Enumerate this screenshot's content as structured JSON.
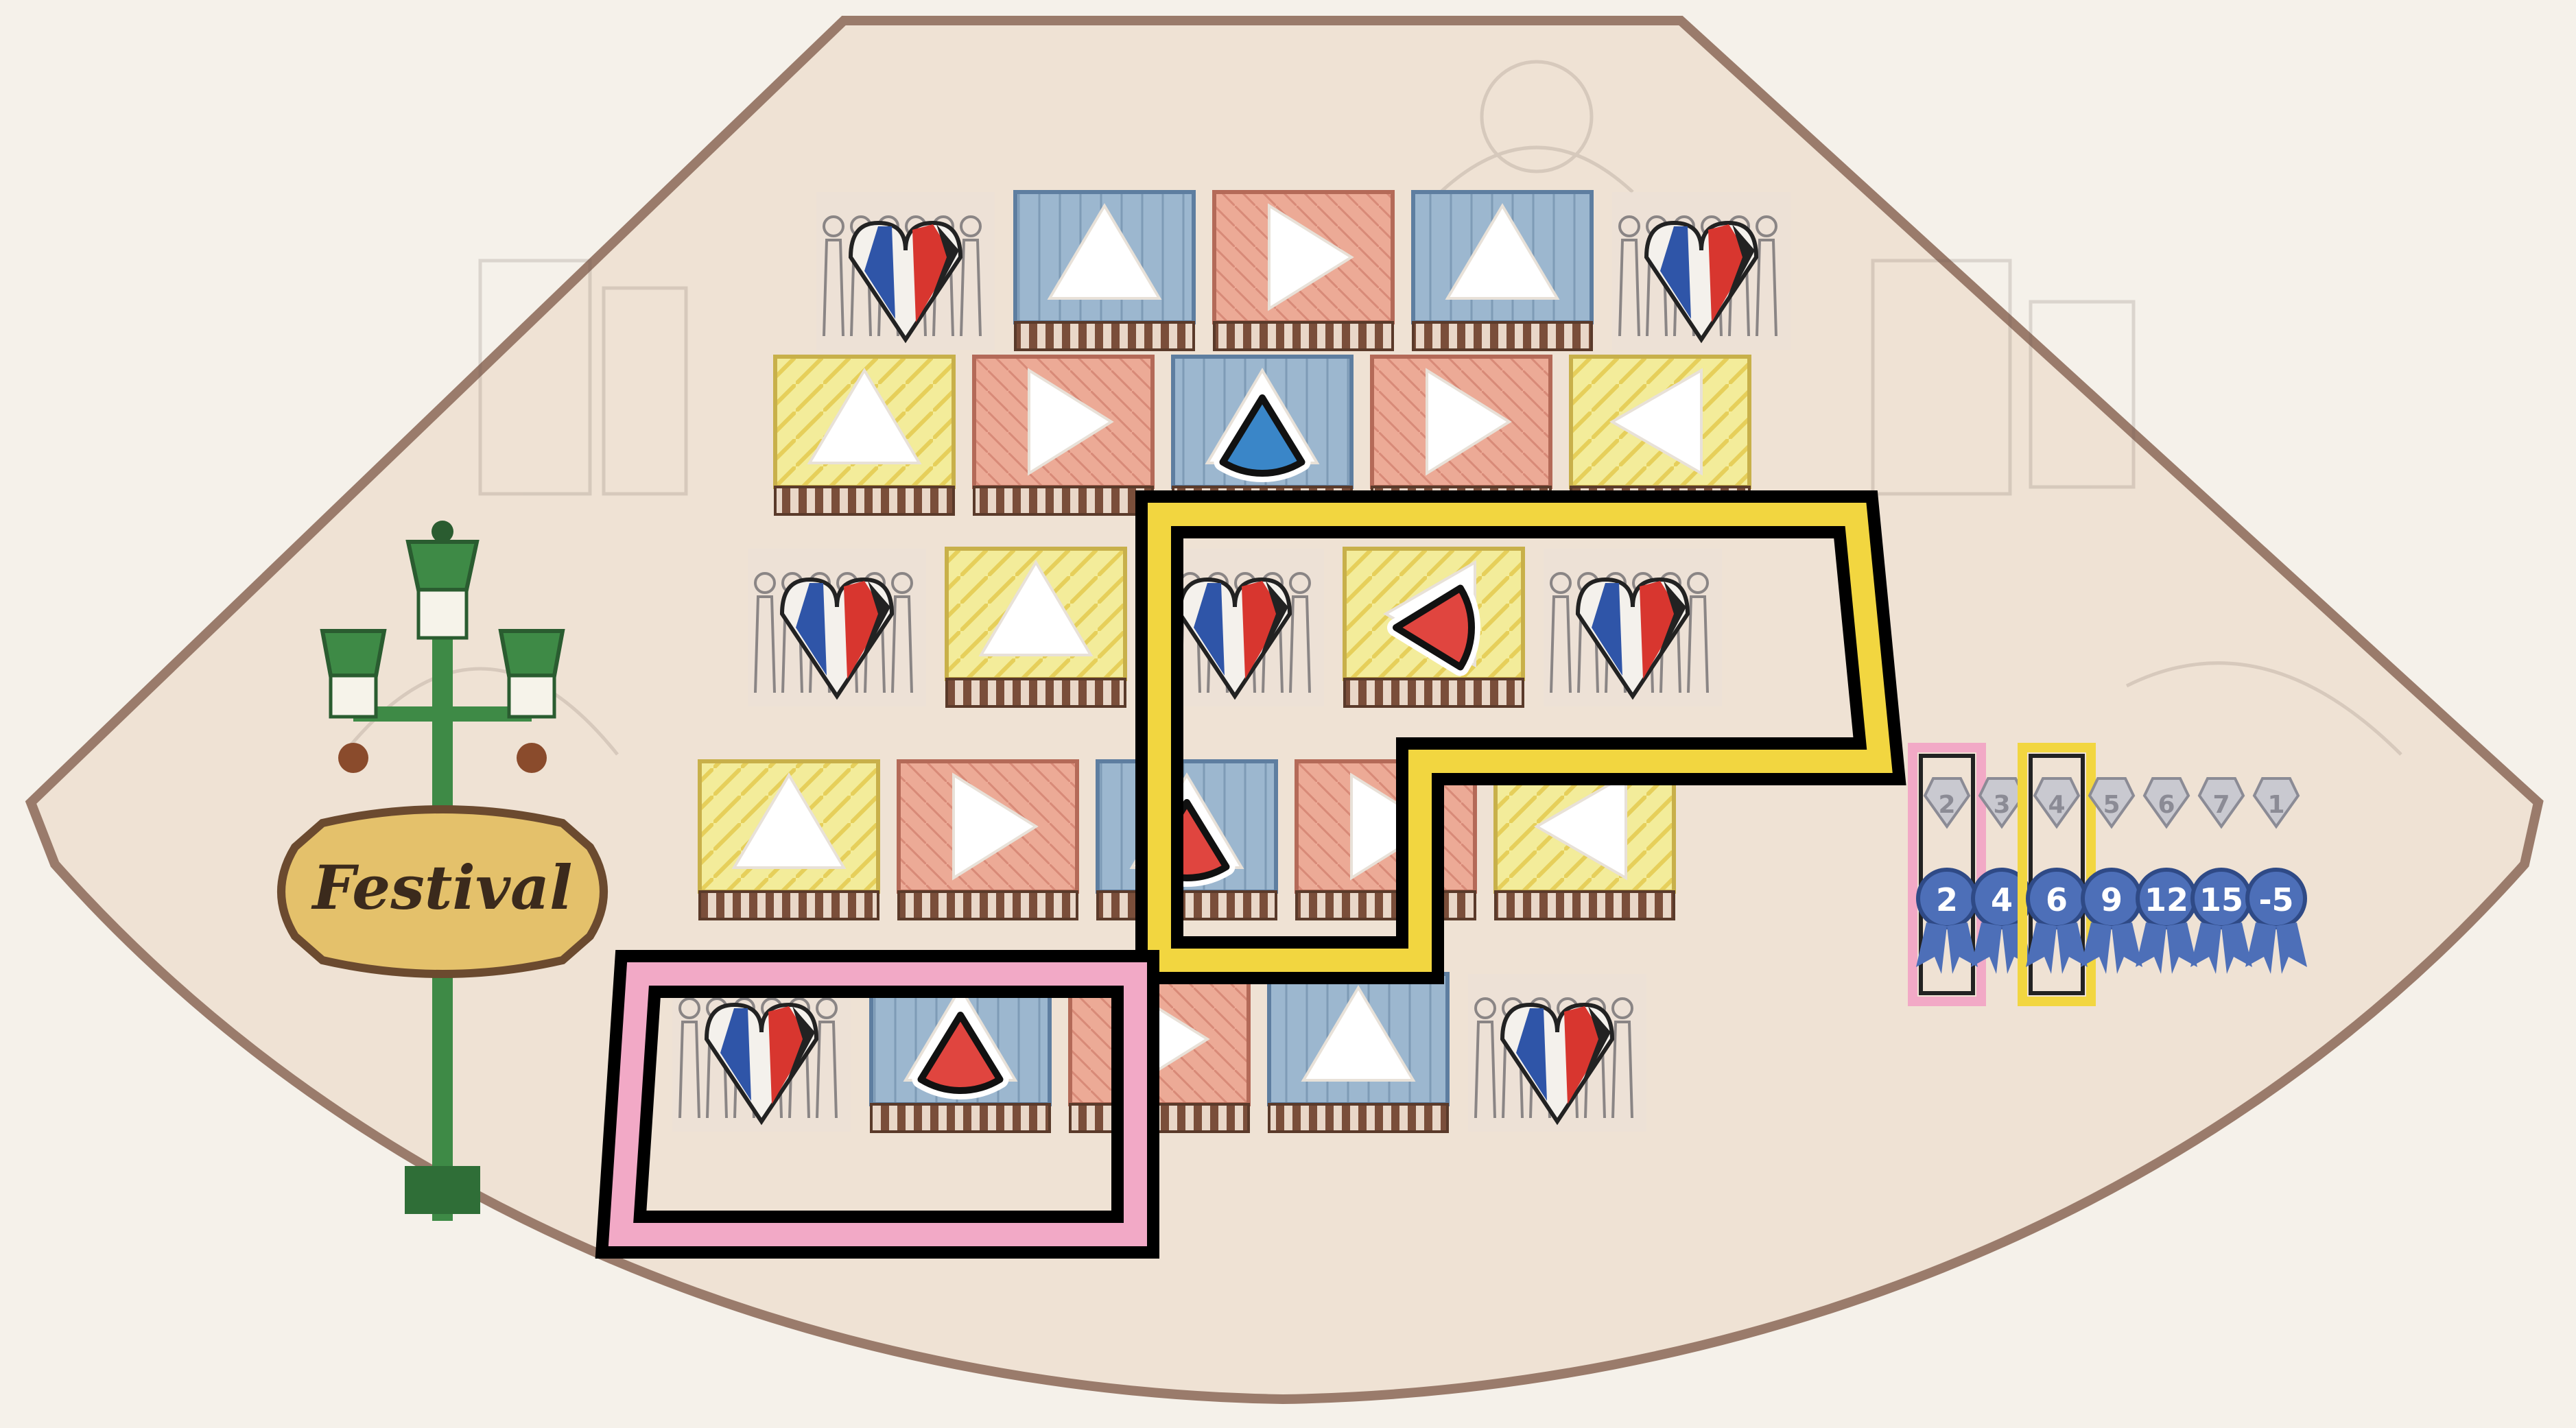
{
  "game": {
    "festival_label": "Festival",
    "colors": {
      "board": "#efe2d4",
      "board_edge": "#9a7b6b",
      "yellow_tent": "#f3ec9a",
      "pink_tent": "#ecaa96",
      "blue_tent": "#9cb7cf",
      "red_marker": "#e0453f",
      "blue_marker": "#3a86c8",
      "yellow_outline": "#f2d640",
      "pink_outline": "#f2a9c6",
      "lamp_green": "#3e8a46",
      "sign_gold": "#e4c16b",
      "ribbon_blue": "#4d6fb8"
    },
    "grid": [
      [
        "crowd",
        "blue-tent",
        "pink-tent",
        "blue-tent",
        "crowd"
      ],
      [
        "yellow-tent",
        "pink-tent",
        "blue-tent",
        "pink-tent",
        "yellow-tent"
      ],
      [
        "crowd",
        "yellow-tent",
        "crowd",
        "yellow-tent",
        "crowd"
      ],
      [
        "yellow-tent",
        "pink-tent",
        "blue-tent",
        "pink-tent",
        "yellow-tent"
      ],
      [
        "crowd",
        "blue-tent",
        "pink-tent",
        "blue-tent",
        "crowd"
      ]
    ],
    "markers": [
      {
        "row": 1,
        "col": 2,
        "color": "blue",
        "direction": "up"
      },
      {
        "row": 2,
        "col": 3,
        "color": "red",
        "direction": "left"
      },
      {
        "row": 3,
        "col": 2,
        "color": "red",
        "direction": "up"
      },
      {
        "row": 4,
        "col": 1,
        "color": "red",
        "direction": "up"
      }
    ],
    "score_track": {
      "ribbons": [
        {
          "top": "2",
          "value": "2",
          "highlight": "pink"
        },
        {
          "top": "3",
          "value": "4",
          "highlight": ""
        },
        {
          "top": "4",
          "value": "6",
          "highlight": "yellow"
        },
        {
          "top": "5",
          "value": "9",
          "highlight": ""
        },
        {
          "top": "6",
          "value": "12",
          "highlight": ""
        },
        {
          "top": "7",
          "value": "15",
          "highlight": ""
        },
        {
          "top": "1",
          "value": "-5",
          "highlight": ""
        }
      ]
    }
  }
}
